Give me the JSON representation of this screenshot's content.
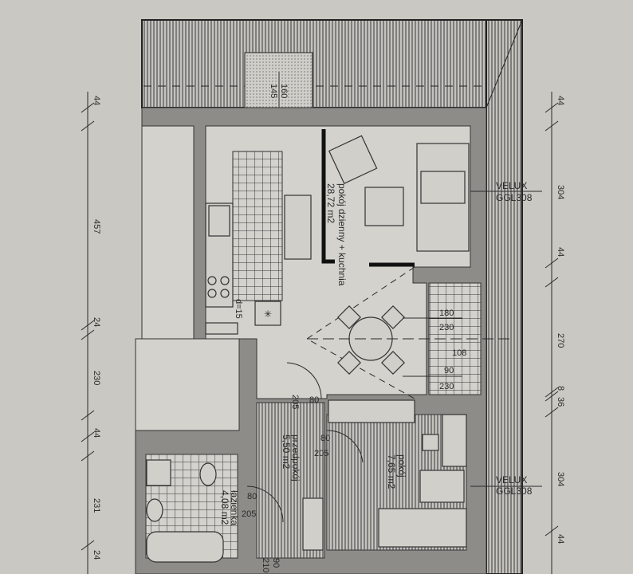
{
  "plan": {
    "rooms": {
      "living": {
        "name": "pokój dzienny + kuchnia",
        "area": "28,72 m2"
      },
      "hall": {
        "name": "przedpokój",
        "area": "5,50 m2"
      },
      "bedroom": {
        "name": "pokój",
        "area": "7,65 m2"
      },
      "bathroom": {
        "name": "łazienka",
        "area": "4,08 m2"
      }
    },
    "windows": [
      {
        "label1": "VELUX",
        "label2": "GGL308"
      },
      {
        "label1": "VELUX",
        "label2": "GGL308"
      }
    ],
    "roof_window": {
      "a": "160",
      "b": "145"
    },
    "loggia": {
      "a": "180",
      "b": "230",
      "c": "108",
      "d": "90",
      "e": "230"
    },
    "doors": [
      {
        "w": "80",
        "h": "205"
      },
      {
        "w": "80",
        "h": "205"
      },
      {
        "w": "80",
        "h": "205"
      },
      {
        "w": "90",
        "h": "210"
      }
    ],
    "chimney": "d=15",
    "dims_left": [
      "44",
      "457",
      "24",
      "230",
      "44",
      "231",
      "24"
    ],
    "dims_right": [
      "44",
      "304",
      "44",
      "270",
      "8",
      "36",
      "304",
      "44"
    ]
  }
}
